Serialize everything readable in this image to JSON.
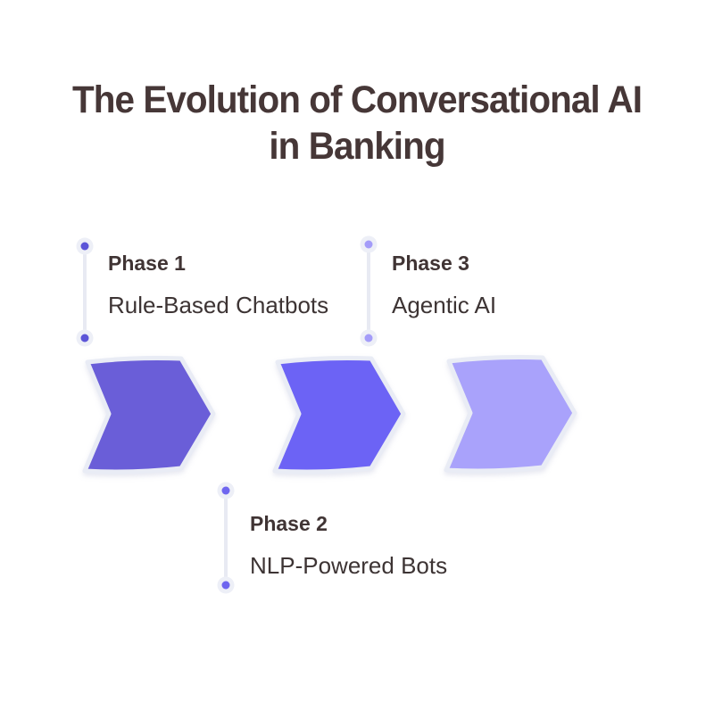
{
  "title": {
    "line1": "The Evolution of Conversational AI",
    "line2": "in Banking"
  },
  "phases": [
    {
      "label": "Phase 1",
      "description": "Rule-Based Chatbots",
      "label_position": "above",
      "chevron_color": "#6A5ED8",
      "dot_color": "#5C55D8"
    },
    {
      "label": "Phase 2",
      "description": "NLP-Powered Bots",
      "label_position": "below",
      "chevron_color": "#6C63F5",
      "dot_color": "#6F66EF"
    },
    {
      "label": "Phase 3",
      "description": "Agentic AI",
      "label_position": "above",
      "chevron_color": "#A9A2FB",
      "dot_color": "#A49CF9"
    }
  ],
  "colors": {
    "background": "#FFFFFF",
    "title_text": "#463737",
    "phase_label_text": "#403434",
    "phase_description_text": "#3D3434",
    "connector_line": "#E8EAF3",
    "dot_halo": "#EDEFF7",
    "chevron_outline": "#E9ECF5"
  }
}
